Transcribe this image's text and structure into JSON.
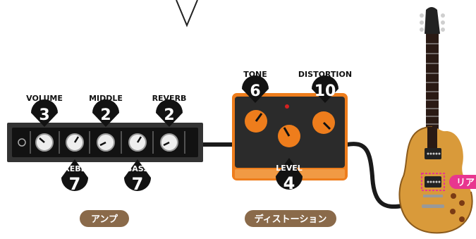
{
  "amp": {
    "name": "アンプ",
    "volume": {
      "label": "VOLUME",
      "value": "3"
    },
    "middle": {
      "label": "MIDDLE",
      "value": "2"
    },
    "reverb": {
      "label": "REVERB",
      "value": "2"
    },
    "treble": {
      "label": "TREBLE",
      "value": "7"
    },
    "bass": {
      "label": "BASS",
      "value": "7"
    }
  },
  "pedal": {
    "name": "ディストーション",
    "tone": {
      "label": "TONE",
      "value": "6"
    },
    "distortion": {
      "label": "DISTORTION",
      "value": "10"
    },
    "level": {
      "label": "LEVEL",
      "value": "4"
    }
  },
  "guitar": {
    "pickup_label": "リア"
  },
  "colors": {
    "pedal_orange": "#ee7d1c",
    "tag_brown": "#8a6a4a",
    "pickup_pink": "#e8368f",
    "amp_dark": "#333333"
  }
}
